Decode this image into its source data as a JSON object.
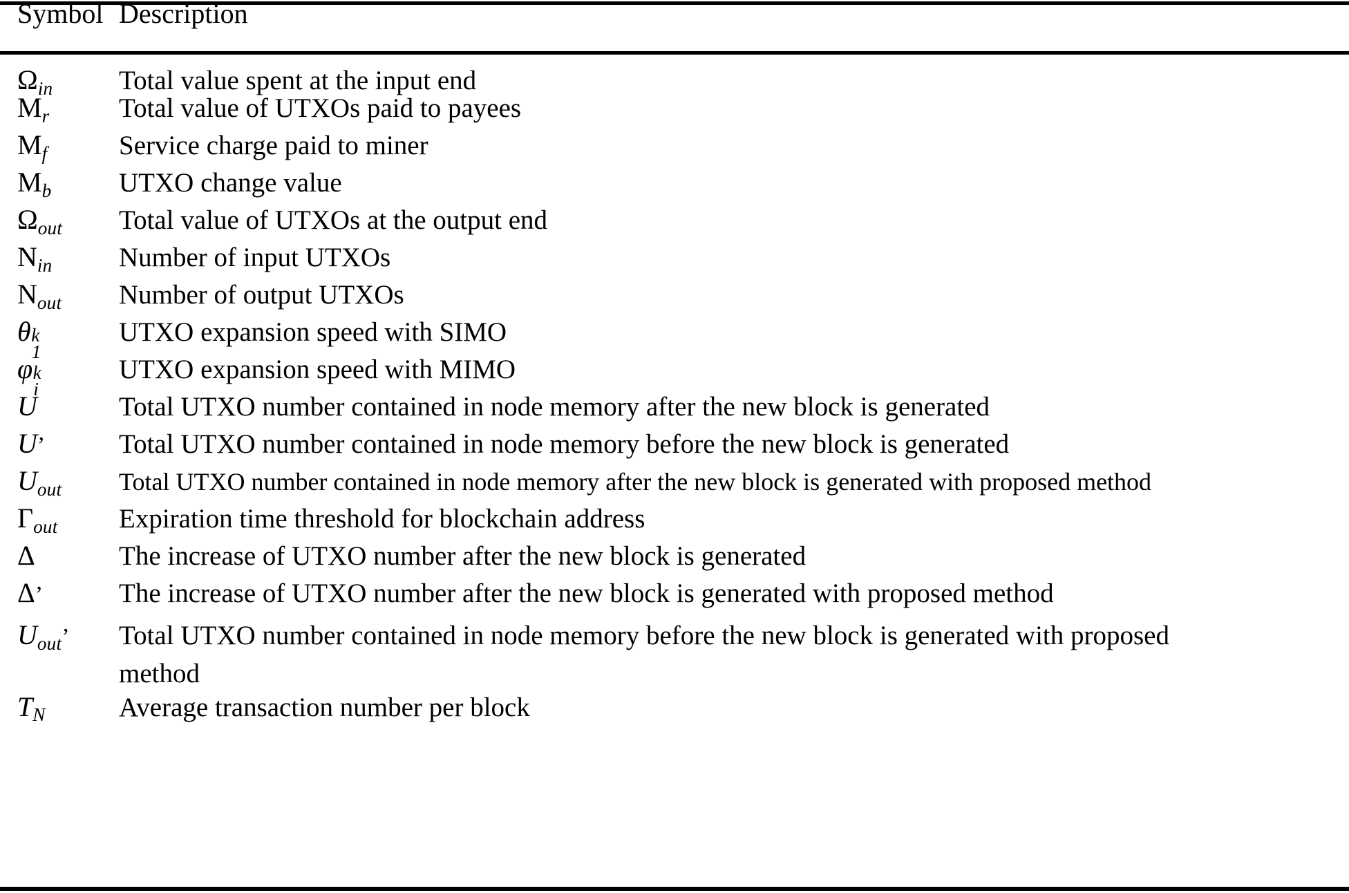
{
  "table": {
    "headers": {
      "symbol": "Symbol",
      "description": "Description"
    },
    "rows": [
      {
        "symbol_plain": "Ωin",
        "description": "Total value spent at the input end"
      },
      {
        "symbol_plain": "Mr",
        "description": "Total value of UTXOs paid to payees"
      },
      {
        "symbol_plain": "Mf",
        "description": "Service charge paid to miner"
      },
      {
        "symbol_plain": "Mb",
        "description": "UTXO change value"
      },
      {
        "symbol_plain": "Ωout",
        "description": "Total value of UTXOs at the output end"
      },
      {
        "symbol_plain": "Nin",
        "description": "Number of input UTXOs"
      },
      {
        "symbol_plain": "Nout",
        "description": "Number of output UTXOs"
      },
      {
        "symbol_plain": "θ1k",
        "description": "UTXO expansion speed with SIMO"
      },
      {
        "symbol_plain": "ϕik",
        "description": "UTXO expansion speed with MIMO"
      },
      {
        "symbol_plain": "U",
        "description": "Total UTXO number contained in node memory after the new block is generated"
      },
      {
        "symbol_plain": "U’",
        "description": "Total UTXO number contained in node memory before the new block is generated"
      },
      {
        "symbol_plain": "Uout",
        "description": "Total UTXO number contained in node memory after the new block is generated with proposed method"
      },
      {
        "symbol_plain": "Γout",
        "description": "Expiration time threshold for blockchain address"
      },
      {
        "symbol_plain": "Δ",
        "description": "The increase of UTXO number after the new block is generated"
      },
      {
        "symbol_plain": "Δ’",
        "description": "The increase of UTXO number after the new block is generated with proposed method"
      },
      {
        "symbol_plain": "Uout’",
        "description": "Total UTXO number contained in node memory before the new block is generated with proposed method"
      },
      {
        "symbol_plain": "TN",
        "description": "Average transaction number per block"
      }
    ]
  }
}
